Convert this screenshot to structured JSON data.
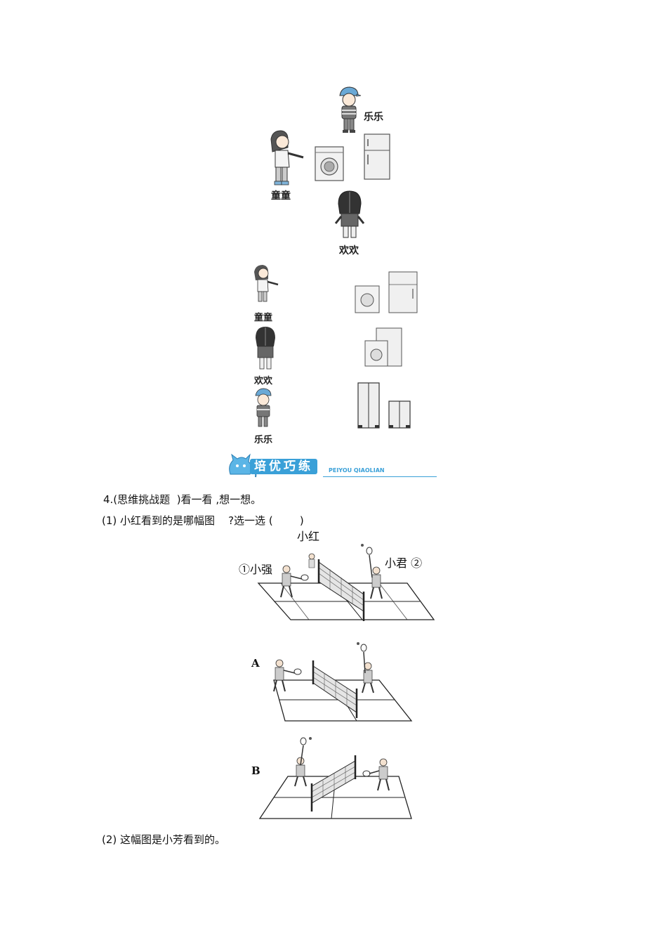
{
  "scene": {
    "names": {
      "lele": "乐乐",
      "tongtong": "童童",
      "huanhuan": "欢欢"
    }
  },
  "options_panel": {
    "rows": [
      {
        "name": "童童"
      },
      {
        "name": "欢欢"
      },
      {
        "name": "乐乐"
      }
    ]
  },
  "banner": {
    "title": "培优巧练",
    "subtitle": "PEIYOU QIAOLIAN",
    "accent_color": "#3aa0d8"
  },
  "question4": {
    "heading": "4.(思维挑战题  )看一看 ,想一想。",
    "part1": "(1) 小红看到的是哪幅图    ?选一选 (        )",
    "court_labels": {
      "top": "小红",
      "left": "①小强",
      "right": "小君 ②"
    },
    "option_a": "A",
    "option_b": "B",
    "part2": "(2) 这幅图是小芳看到的。"
  }
}
